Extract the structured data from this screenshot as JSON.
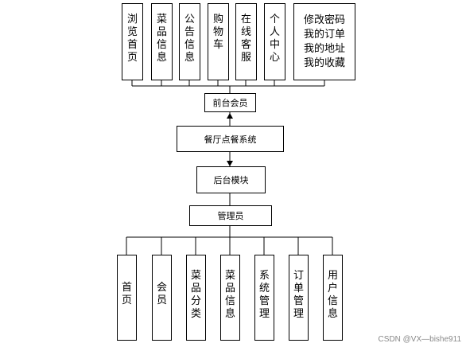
{
  "diagram": {
    "top_modules": [
      "浏览首页",
      "菜品信息",
      "公告信息",
      "购物车",
      "在线客服",
      "个人中心"
    ],
    "member_center_items": [
      "修改密码",
      "我的订单",
      "我的地址",
      "我的收藏"
    ],
    "front_member": "前台会员",
    "system": "餐厅点餐系统",
    "backend": "后台模块",
    "admin": "管理员",
    "bottom_modules": [
      "首页",
      "会员",
      "菜品分类",
      "菜品信息",
      "系统管理",
      "订单管理",
      "用户信息"
    ]
  },
  "watermark": "CSDN @VX—bishe911"
}
